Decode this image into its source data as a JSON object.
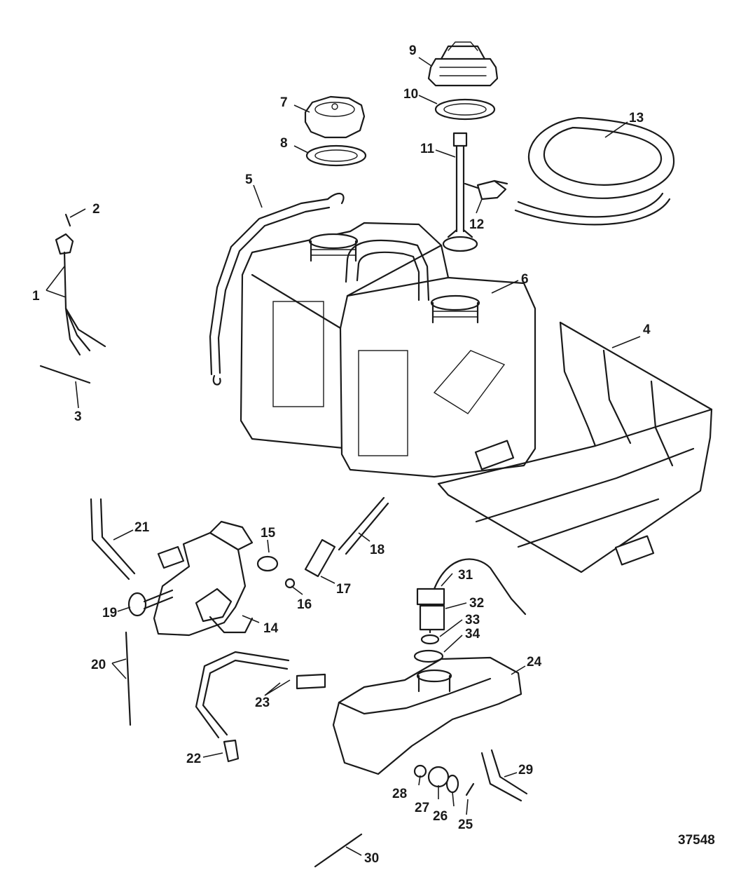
{
  "figure_id": "37548",
  "callouts": [
    "1",
    "2",
    "3",
    "4",
    "5",
    "6",
    "7",
    "8",
    "9",
    "10",
    "11",
    "12",
    "13",
    "14",
    "15",
    "16",
    "17",
    "18",
    "19",
    "20",
    "21",
    "22",
    "23",
    "24",
    "25",
    "26",
    "27",
    "28",
    "29",
    "30",
    "31",
    "32",
    "33",
    "34"
  ]
}
